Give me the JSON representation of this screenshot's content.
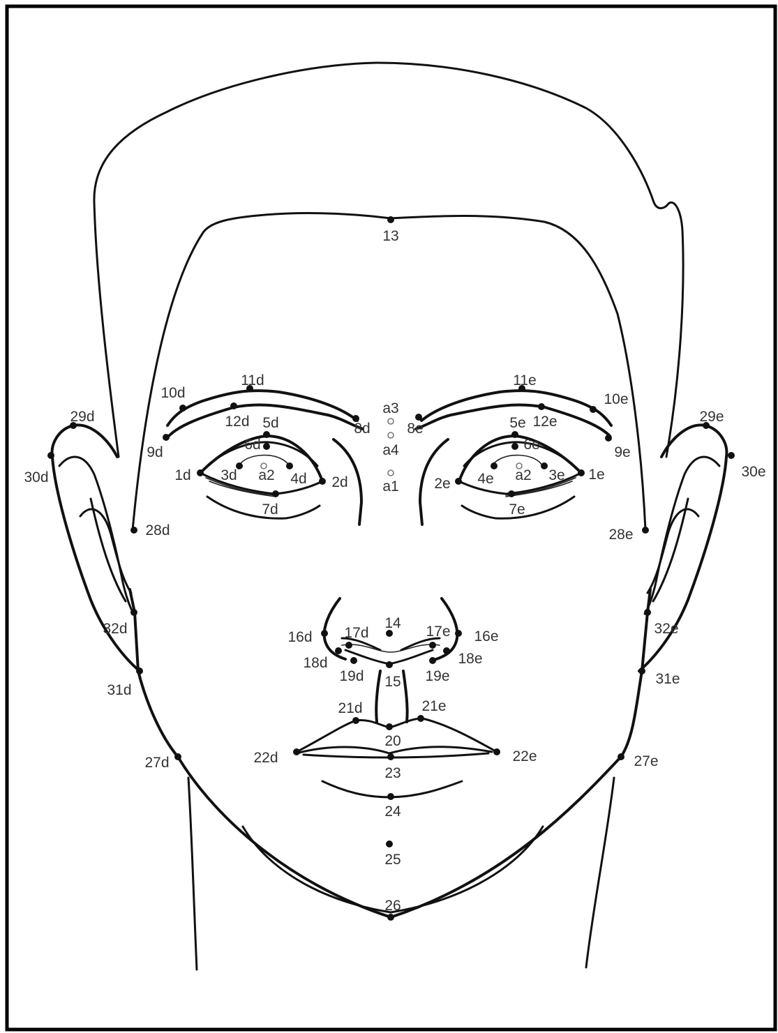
{
  "landmarks": [
    "13",
    "11d",
    "10d",
    "29d",
    "9d",
    "12d",
    "5d",
    "8d",
    "a3",
    "8e",
    "5e",
    "12e",
    "11e",
    "10e",
    "29e",
    "9e",
    "30e",
    "30d",
    "6d",
    "a4",
    "6e",
    "1d",
    "3d",
    "a2",
    "4d",
    "2d",
    "a1",
    "2e",
    "4e",
    "a2",
    "3e",
    "1e",
    "7d",
    "7e",
    "28d",
    "28e",
    "14",
    "17d",
    "17e",
    "16d",
    "16e",
    "18d",
    "18e",
    "19d",
    "15",
    "19e",
    "32d",
    "32e",
    "31d",
    "31e",
    "21d",
    "21e",
    "20",
    "22d",
    "22e",
    "23",
    "27d",
    "27e",
    "24",
    "25",
    "26"
  ],
  "colors": {
    "line": "#111111",
    "label": "#333333",
    "dot": "#111111",
    "hollow_marker": "#777777"
  }
}
